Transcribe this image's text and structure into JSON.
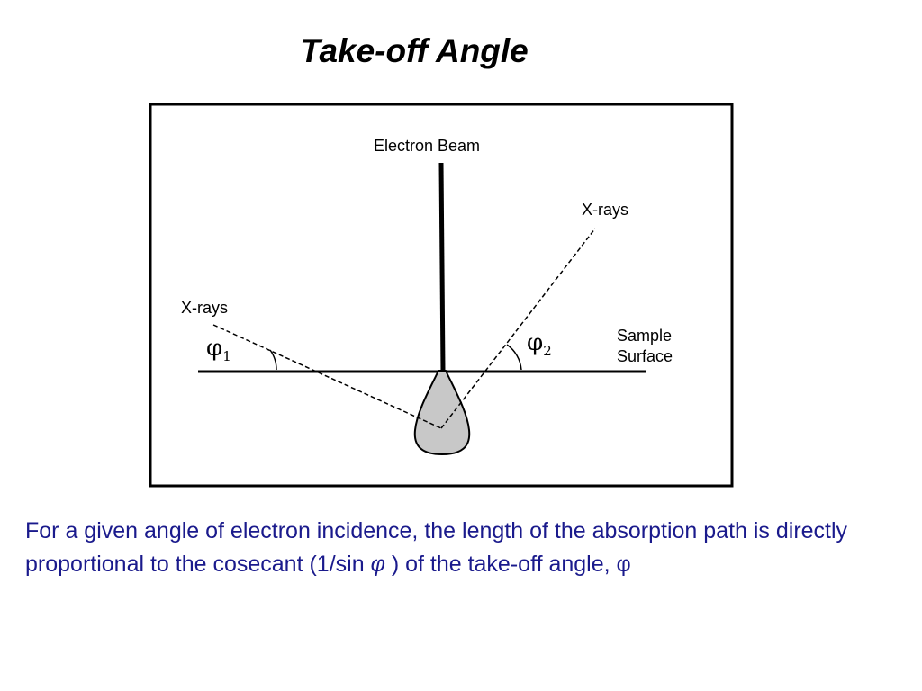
{
  "title": "Take-off Angle",
  "diagram": {
    "labels": {
      "electron_beam": "Electron Beam",
      "xrays_left": "X-rays",
      "xrays_right": "X-rays",
      "sample_surface_line1": "Sample",
      "sample_surface_line2": "Surface",
      "phi1_symbol": "φ",
      "phi1_subscript": "1",
      "phi2_symbol": "φ",
      "phi2_subscript": "2"
    }
  },
  "caption": {
    "part1": "For a given angle of electron incidence, the length of the absorption path is directly proportional to the cosecant (1/sin ",
    "phi_italic": "φ",
    "part2": " ) of the take-off angle, φ"
  },
  "colors": {
    "caption_text": "#1a1a8c",
    "interaction_volume_fill": "#c8c8c8"
  }
}
